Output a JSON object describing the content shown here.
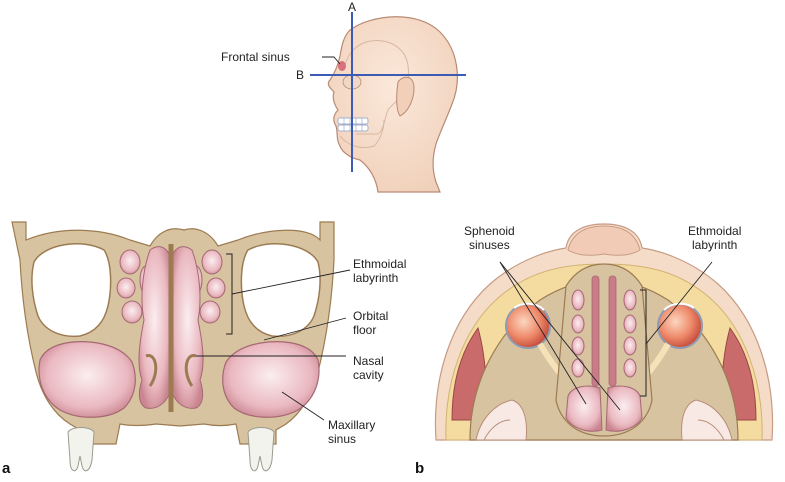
{
  "head_view": {
    "plane_a": "A",
    "plane_b": "B",
    "frontal_sinus": "Frontal sinus"
  },
  "panel_a": {
    "letter": "a",
    "ethmoidal_labyrinth": [
      "Ethmoidal",
      "labyrinth"
    ],
    "orbital_floor": [
      "Orbital",
      "floor"
    ],
    "nasal_cavity": [
      "Nasal",
      "cavity"
    ],
    "maxillary_sinus": [
      "Maxillary",
      "sinus"
    ]
  },
  "panel_b": {
    "letter": "b",
    "sphenoid_sinuses": [
      "Sphenoid",
      "sinuses"
    ],
    "ethmoidal_labyrinth": [
      "Ethmoidal",
      "labyrinth"
    ]
  },
  "colors": {
    "bone": "#d8c3a0",
    "bone_dark": "#a8875c",
    "sinus_pink": "#e8b6bd",
    "mucosa": "#c97b86",
    "skin": "#f5dcc8",
    "plane_line": "#3b5bb5",
    "muscle": "#c96b6b",
    "fat": "#f4dca0"
  }
}
